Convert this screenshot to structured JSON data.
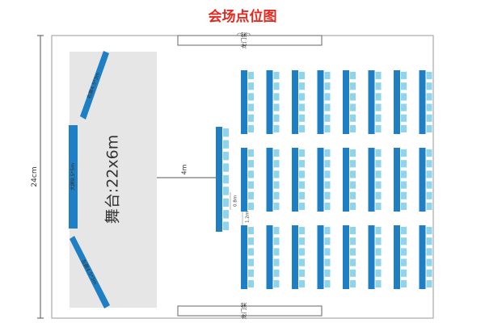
{
  "title": "会场点位图",
  "colors": {
    "title": "#e8281e",
    "screen": "#1f7fc4",
    "table": "#1f7fc4",
    "chair": "#8fd4ec",
    "stage": "#e6e6e6",
    "wall": "#9a9a9a",
    "dimension": "#555555"
  },
  "dimensions": {
    "hall_height": "24cm",
    "stage_distance": "4m",
    "aisle_1": "0.8m",
    "aisle_2": "1.2m"
  },
  "stage": {
    "label": "舞台:22x6m"
  },
  "screens": {
    "right": "右屏4.5*3m",
    "main": "大屏8.5*5m",
    "left": "左屏4.5*3m"
  },
  "doors": {
    "top": "龙门架",
    "bottom": "龙门架"
  },
  "seating": {
    "blocks_per_row": 8,
    "chairs_per_table": 6,
    "front_table_chairs": 9
  }
}
